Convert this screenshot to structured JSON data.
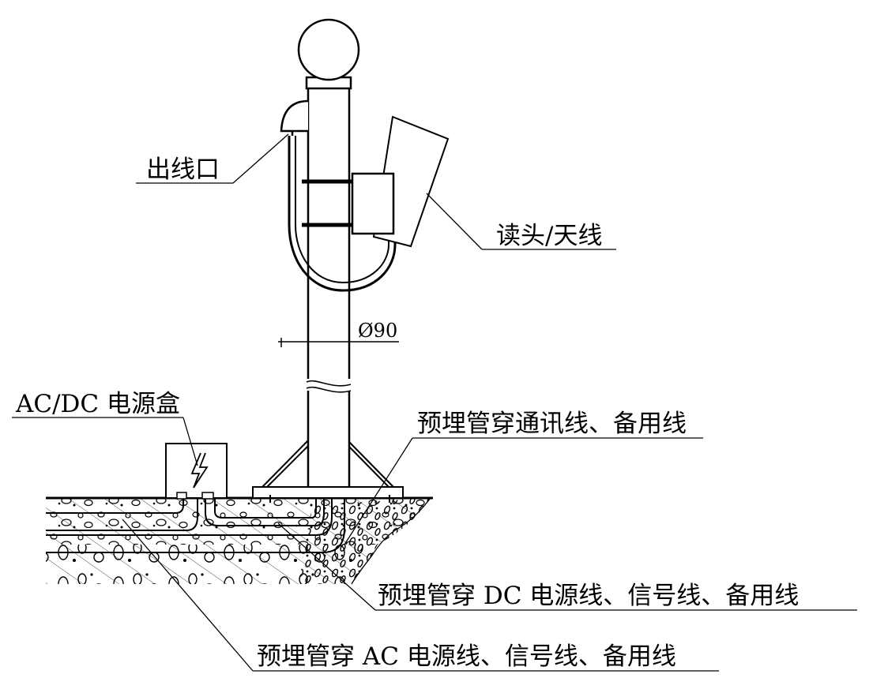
{
  "diagram": {
    "labels": {
      "outlet": "出线口",
      "reader_antenna": "读头/天线",
      "diameter": "Ø90",
      "power_box": "AC/DC 电源盒",
      "conduit_comm": "预埋管穿通讯线、备用线",
      "conduit_dc": "预埋管穿 DC 电源线、信号线、备用线",
      "conduit_ac": "预埋管穿 AC 电源线、信号线、备用线"
    },
    "icons": {
      "power_box_symbol": "lightning-bolt-icon"
    },
    "colors": {
      "line": "#000000",
      "background": "#ffffff"
    }
  }
}
